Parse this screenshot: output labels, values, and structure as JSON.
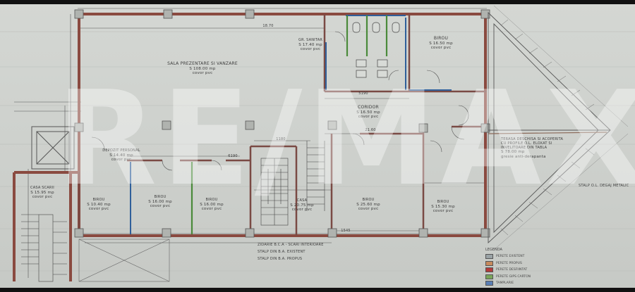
{
  "rooms": {
    "sala": {
      "name": "SALA PREZENTARE SI VANZARE",
      "area": "S 108.00 mp",
      "floor": "covor pvc"
    },
    "grup_sanitar": {
      "name": "GR. SANITAR",
      "area": "S 17.40 mp",
      "floor": "covor pvc"
    },
    "birou_top": {
      "name": "BIROU",
      "area": "S 16.50 mp",
      "floor": "covor pvc"
    },
    "coridor": {
      "name": "CORIDOR",
      "area": "S 16.50 mp",
      "floor": "covor pvc"
    },
    "terasa": {
      "line1": "TERASA DESCHISA SI ACOPERITA",
      "line2": "CU PROFILE O.L. ELOXAT SI",
      "line3": "INVELITOARE DIN TABLA",
      "area": "S 78.00 mp",
      "floor": "gresie anti-derapanta"
    },
    "depozit": {
      "name": "DEPOZIT PERSONAL",
      "area": "S 14.40 mp",
      "floor": "covor pvc"
    },
    "casa_scarii": {
      "name": "CASA SCARII",
      "area": "S 15.95 mp",
      "floor": "covor pvc"
    },
    "birou_a": {
      "name": "BIROU",
      "area": "S 10.40 mp",
      "floor": "covor pvc"
    },
    "birou_b": {
      "name": "BIROU",
      "area": "S 16.00 mp",
      "floor": "covor pvc"
    },
    "birou_c": {
      "name": "BIROU",
      "area": "S 16.00 mp",
      "floor": "covor pvc"
    },
    "casa": {
      "name": "CASA",
      "area": "S 20.75 mp",
      "floor": "covor pvc"
    },
    "birou_d": {
      "name": "BIROU",
      "area": "S 25.60 mp",
      "floor": "covor pvc"
    },
    "birou_e": {
      "name": "BIROU",
      "area": "S 15.30 mp",
      "floor": "covor pvc"
    }
  },
  "notes": {
    "stalp_metalic": "STALP O.L. DEGAJ METALIC",
    "bottom_1": "ZIDARIE B.C.A - SCARI INTERIOARE",
    "bottom_2": "STALP DIN B.A. EXISTENT",
    "bottom_3": "STALP DIN B.A. PROPUS"
  },
  "dimensions": {
    "top_span": "18.70",
    "sanitar_w": "5190",
    "corridor_w": "21.60",
    "stair_w": "1180",
    "dep_w": "6190",
    "bottom_span": "1545"
  },
  "legend": {
    "title": "LEGENDA",
    "items": [
      {
        "label": "PERETE EXISTENT",
        "color": "#9aa3a6"
      },
      {
        "label": "PERETE PROPUS",
        "color": "#c78a5e"
      },
      {
        "label": "PERETE DESFIINTAT",
        "color": "#b33a3a"
      },
      {
        "label": "PERETE GIPS CARTON",
        "color": "#7aa55a"
      },
      {
        "label": "TAMPLARIE",
        "color": "#5a7fb5"
      }
    ]
  },
  "watermark": "RE/MAX"
}
